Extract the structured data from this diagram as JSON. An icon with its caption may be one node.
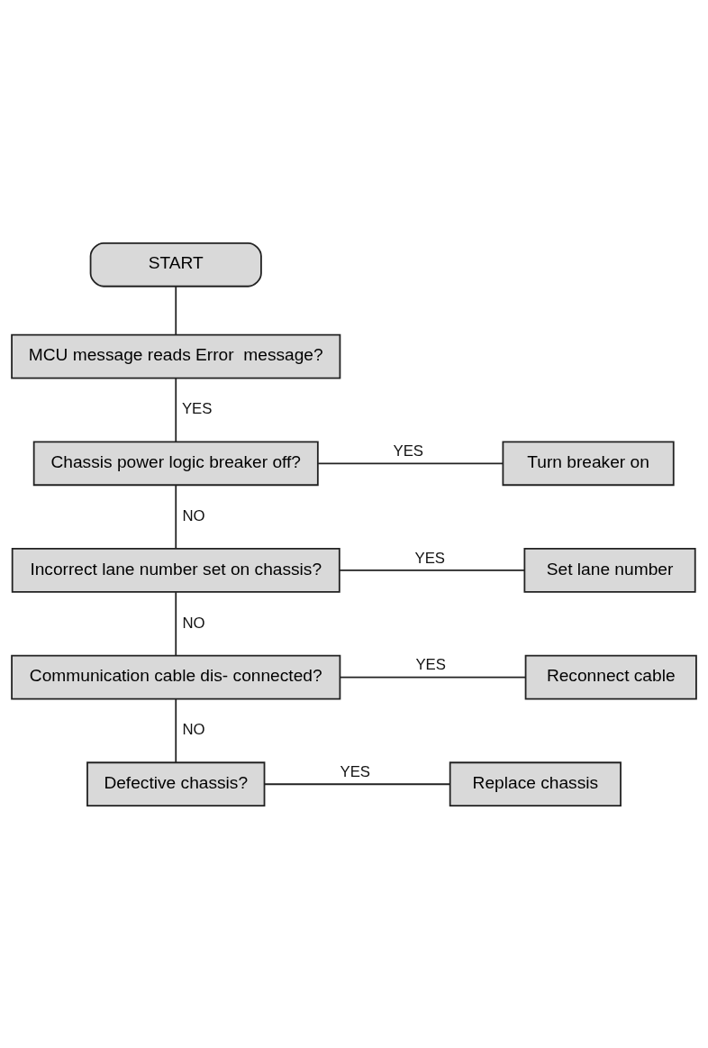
{
  "diagram": {
    "nodes": [
      {
        "text": [
          "START"
        ]
      },
      {
        "text": [
          "MCU message reads Error  message?"
        ]
      },
      {
        "text": [
          "Chassis power logic breaker off?"
        ]
      },
      {
        "text": [
          "Turn breaker on"
        ]
      },
      {
        "text": [
          "Incorrect lane number set on chassis?"
        ]
      },
      {
        "text": [
          "Set lane number"
        ]
      },
      {
        "text": [
          "Communication cable dis- connected?"
        ]
      },
      {
        "text": [
          "Reconnect cable"
        ]
      },
      {
        "text": [
          "Defective chassis?"
        ]
      },
      {
        "text": [
          "Replace chassis"
        ]
      }
    ],
    "edges": [
      {
        "from": 0,
        "to": 1,
        "arrow": "none"
      },
      {
        "from": 1,
        "to": 2,
        "arrow": "none",
        "label": "YES"
      },
      {
        "from": 2,
        "to": 3,
        "arrow": "none",
        "label": "YES"
      },
      {
        "from": 2,
        "to": 4,
        "arrow": "none",
        "label": "NO"
      },
      {
        "from": 4,
        "to": 5,
        "arrow": "none",
        "label": "YES"
      },
      {
        "from": 4,
        "to": 6,
        "arrow": "none",
        "label": "NO"
      },
      {
        "from": 6,
        "to": 7,
        "arrow": "none",
        "label": "YES"
      },
      {
        "from": 6,
        "to": 8,
        "arrow": "none",
        "label": "NO"
      },
      {
        "from": 8,
        "to": 9,
        "arrow": "none",
        "label": "YES"
      }
    ]
  }
}
